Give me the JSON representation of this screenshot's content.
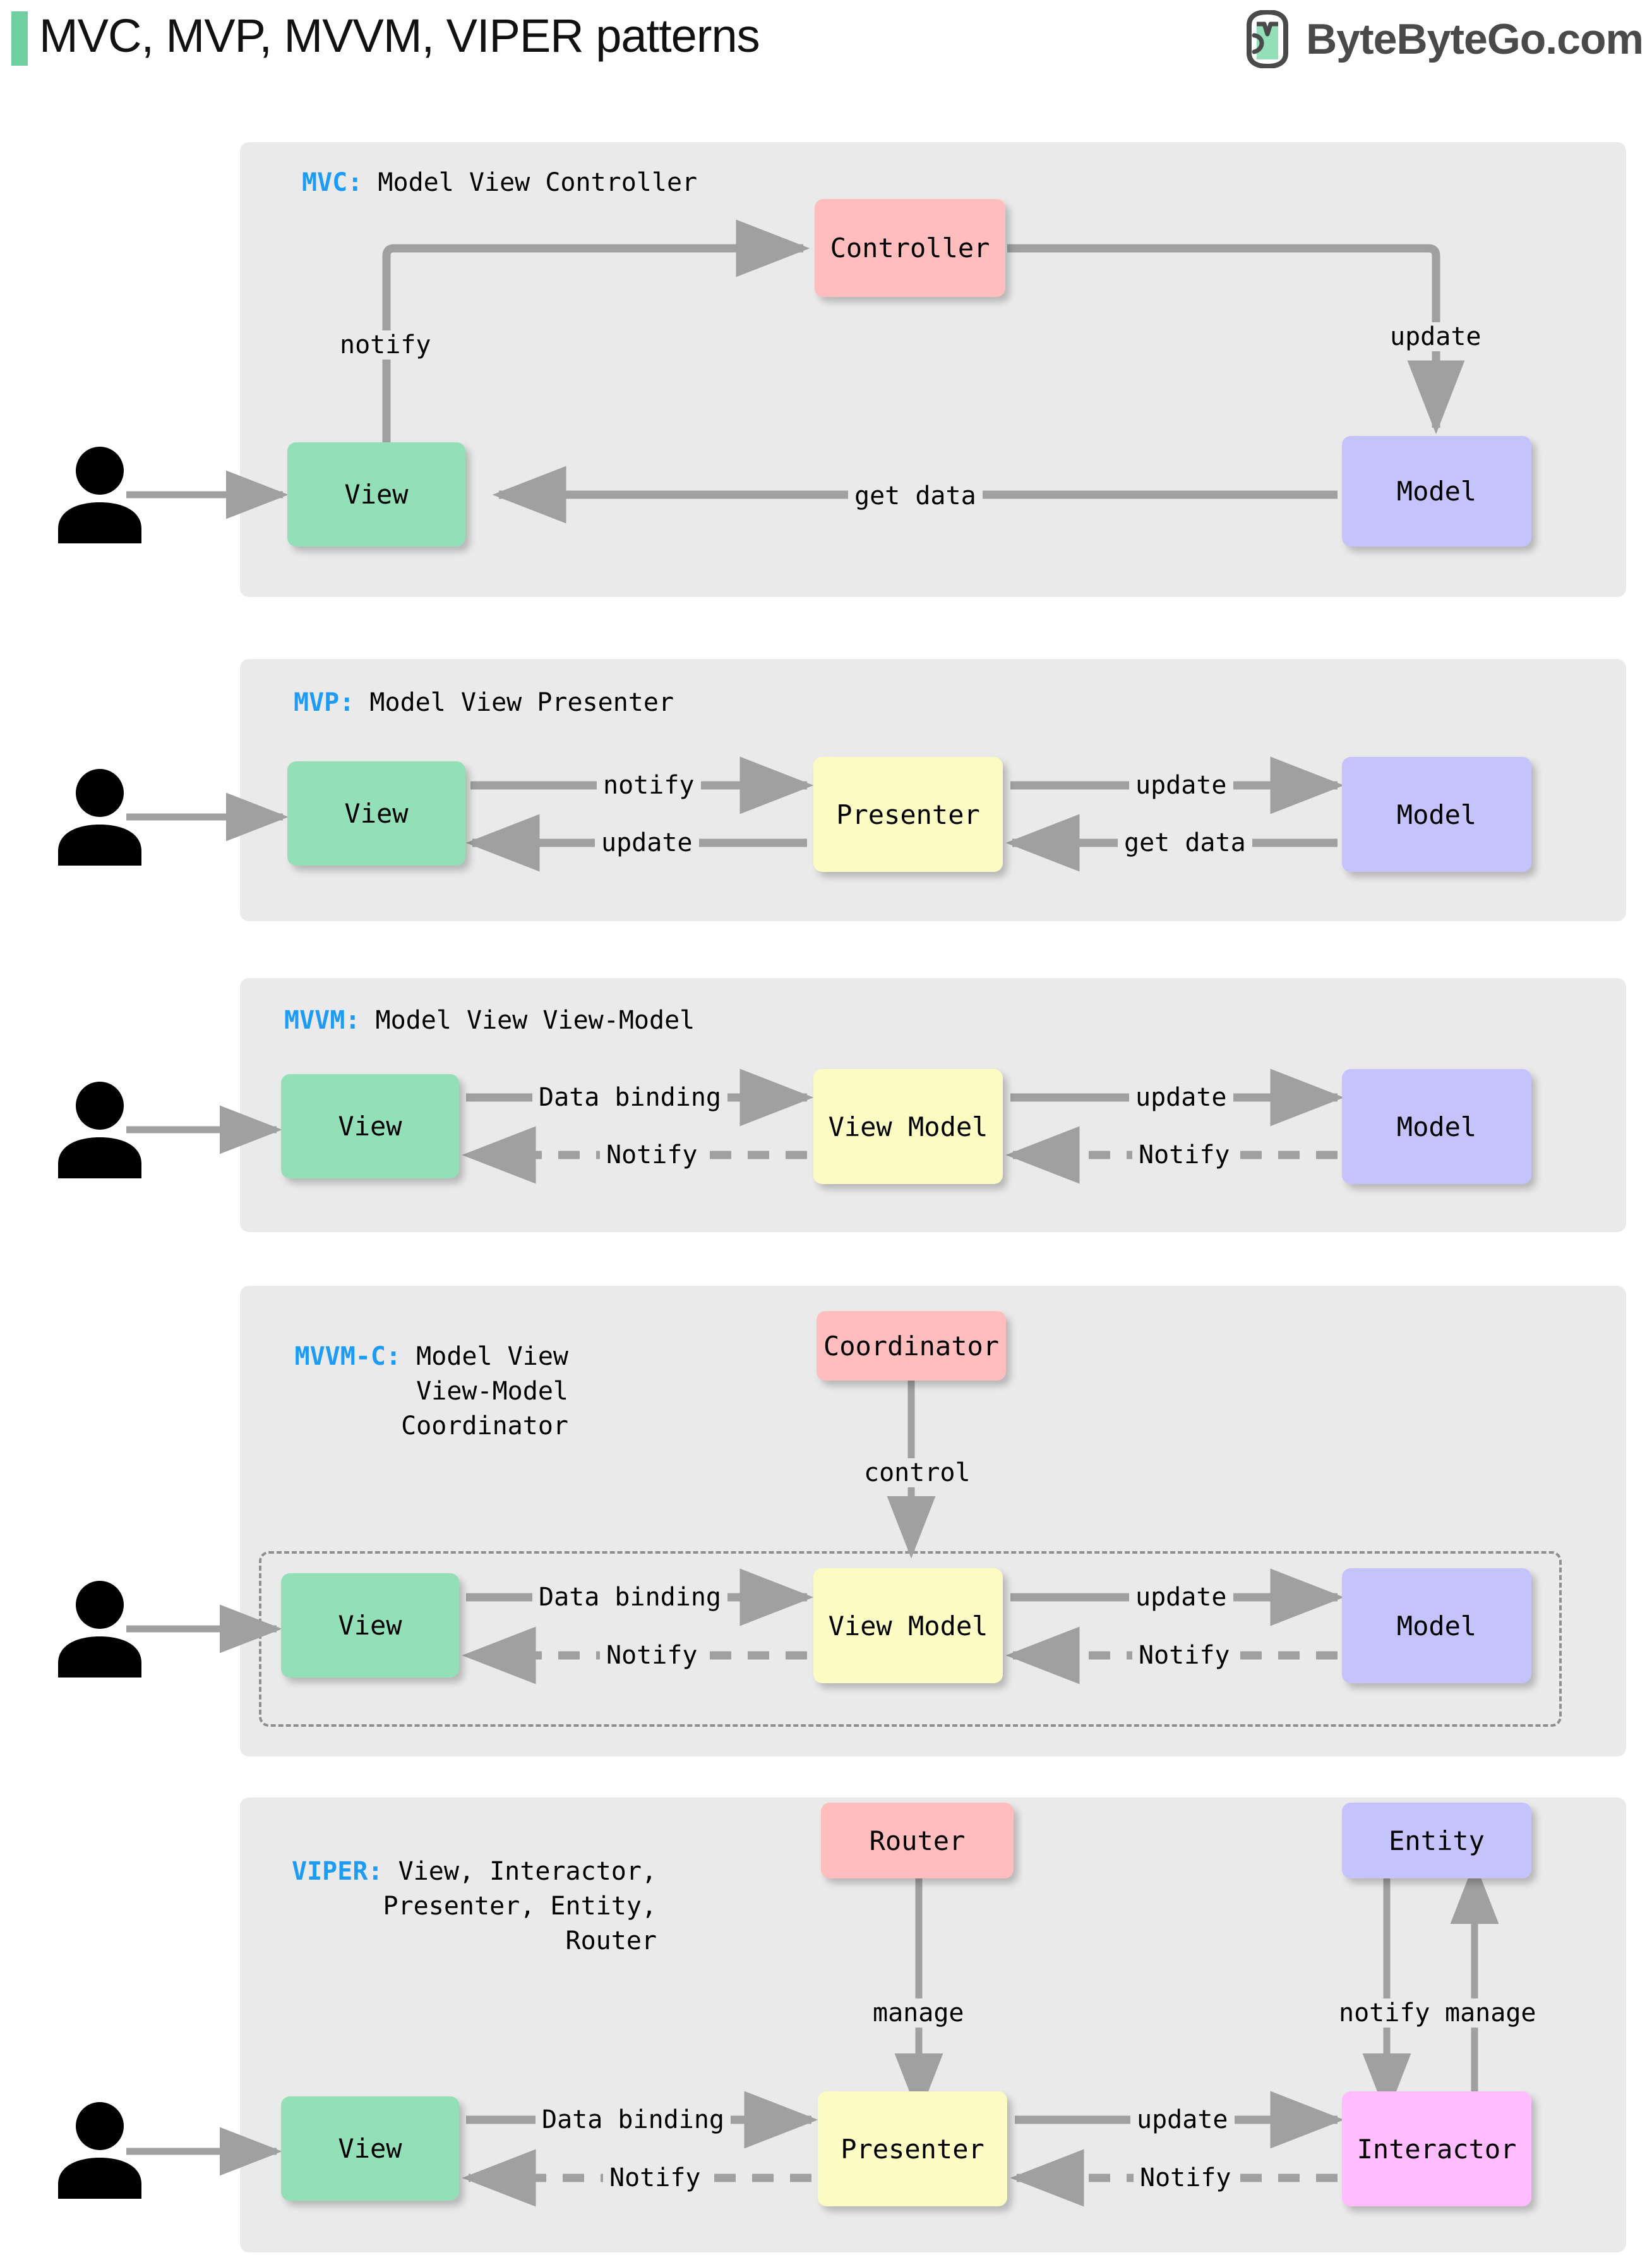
{
  "header": {
    "title": "MVC, MVP, MVVM, VIPER patterns",
    "brand_text": "ByteByteGo.com",
    "brand_icon": "bytebytego-logo-icon",
    "accent_color": "#6ecfa0"
  },
  "colors": {
    "panel_bg": "#eaeaea",
    "view": "#92dfb8",
    "model": "#c5c3fb",
    "controller": "#ffbdbd",
    "presenter": "#fbfbc4",
    "interactor": "#ffbdff",
    "arrow": "#a0a0a0",
    "abbr_blue": "#1e9bf5"
  },
  "sections": [
    {
      "id": "mvc",
      "abbr": "MVC:",
      "title": " Model View Controller",
      "nodes": [
        {
          "id": "mvc-view",
          "label": "View",
          "type": "view"
        },
        {
          "id": "mvc-controller",
          "label": "Controller",
          "type": "controller"
        },
        {
          "id": "mvc-model",
          "label": "Model",
          "type": "model"
        }
      ],
      "edges": [
        {
          "label": "notify",
          "from": "View",
          "to": "Controller",
          "style": "solid"
        },
        {
          "label": "update",
          "from": "Controller",
          "to": "Model",
          "style": "solid"
        },
        {
          "label": "get data",
          "from": "Model",
          "to": "View",
          "style": "solid"
        }
      ]
    },
    {
      "id": "mvp",
      "abbr": "MVP:",
      "title": " Model View Presenter",
      "nodes": [
        {
          "id": "mvp-view",
          "label": "View",
          "type": "view"
        },
        {
          "id": "mvp-presenter",
          "label": "Presenter",
          "type": "presenter"
        },
        {
          "id": "mvp-model",
          "label": "Model",
          "type": "model"
        }
      ],
      "edges": [
        {
          "label": "notify",
          "from": "View",
          "to": "Presenter",
          "style": "solid"
        },
        {
          "label": "update",
          "from": "Presenter",
          "to": "Model",
          "style": "solid"
        },
        {
          "label": "update",
          "from": "Presenter",
          "to": "View",
          "style": "solid"
        },
        {
          "label": "get data",
          "from": "Model",
          "to": "Presenter",
          "style": "solid"
        }
      ]
    },
    {
      "id": "mvvm",
      "abbr": "MVVM:",
      "title": " Model View View-Model",
      "nodes": [
        {
          "id": "mvvm-view",
          "label": "View",
          "type": "view"
        },
        {
          "id": "mvvm-viewmodel",
          "label": "View Model",
          "type": "presenter"
        },
        {
          "id": "mvvm-model",
          "label": "Model",
          "type": "model"
        }
      ],
      "edges": [
        {
          "label": "Data binding",
          "from": "View",
          "to": "View Model",
          "style": "solid"
        },
        {
          "label": "update",
          "from": "View Model",
          "to": "Model",
          "style": "solid"
        },
        {
          "label": "Notify",
          "from": "View Model",
          "to": "View",
          "style": "dashed"
        },
        {
          "label": "Notify",
          "from": "Model",
          "to": "View Model",
          "style": "dashed"
        }
      ]
    },
    {
      "id": "mvvmc",
      "abbr": "MVVM-C:",
      "title": " Model View",
      "title_line2": "View-Model",
      "title_line3": "Coordinator",
      "nodes": [
        {
          "id": "mvvmc-coordinator",
          "label": "Coordinator",
          "type": "controller"
        },
        {
          "id": "mvvmc-view",
          "label": "View",
          "type": "view"
        },
        {
          "id": "mvvmc-viewmodel",
          "label": "View Model",
          "type": "presenter"
        },
        {
          "id": "mvvmc-model",
          "label": "Model",
          "type": "model"
        }
      ],
      "edges": [
        {
          "label": "control",
          "from": "Coordinator",
          "to": "group",
          "style": "solid"
        },
        {
          "label": "Data binding",
          "from": "View",
          "to": "View Model",
          "style": "solid"
        },
        {
          "label": "update",
          "from": "View Model",
          "to": "Model",
          "style": "solid"
        },
        {
          "label": "Notify",
          "from": "View Model",
          "to": "View",
          "style": "dashed"
        },
        {
          "label": "Notify",
          "from": "Model",
          "to": "View Model",
          "style": "dashed"
        }
      ]
    },
    {
      "id": "viper",
      "abbr": "VIPER:",
      "title": " View, Interactor,",
      "title_line2": "Presenter, Entity,",
      "title_line3": "Router",
      "nodes": [
        {
          "id": "viper-router",
          "label": "Router",
          "type": "controller"
        },
        {
          "id": "viper-entity",
          "label": "Entity",
          "type": "model"
        },
        {
          "id": "viper-view",
          "label": "View",
          "type": "view"
        },
        {
          "id": "viper-presenter",
          "label": "Presenter",
          "type": "presenter"
        },
        {
          "id": "viper-interactor",
          "label": "Interactor",
          "type": "interactor"
        }
      ],
      "edges": [
        {
          "label": "manage",
          "from": "Router",
          "to": "Presenter",
          "style": "solid"
        },
        {
          "label": "notify",
          "from": "Entity",
          "to": "Interactor",
          "style": "solid"
        },
        {
          "label": "manage",
          "from": "Interactor",
          "to": "Entity",
          "style": "solid"
        },
        {
          "label": "Data binding",
          "from": "View",
          "to": "Presenter",
          "style": "solid"
        },
        {
          "label": "update",
          "from": "Presenter",
          "to": "Interactor",
          "style": "solid"
        },
        {
          "label": "Notify",
          "from": "Presenter",
          "to": "View",
          "style": "dashed"
        },
        {
          "label": "Notify",
          "from": "Interactor",
          "to": "Presenter",
          "style": "dashed"
        }
      ]
    }
  ]
}
